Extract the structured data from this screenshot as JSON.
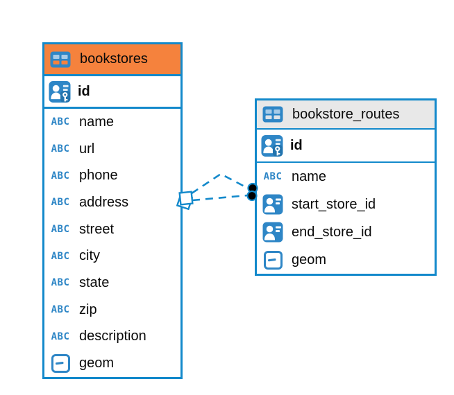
{
  "app": {
    "type": "entity-relationship-diagram",
    "background": "#ffffff"
  },
  "colors": {
    "accent_blue": "#1389CB",
    "icon_blue": "#2E86C6",
    "icon_cell_light_blue": "#A6CBE8",
    "bookstores_header_orange": "#F5823D",
    "routes_header_gray": "#E8E8E8",
    "text": "#0A0A0A",
    "relationship_endpoint_dot": "#000000"
  },
  "icons": {
    "text_type_glyph": "ABC",
    "table_icon": "table-grid",
    "primary_key_icon": "user-card-with-key",
    "reference_icon": "user-card",
    "geometry_icon": "box-with-dash"
  },
  "tables": [
    {
      "name": "bookstores",
      "header_style": "orange",
      "primary_key": {
        "name": "id"
      },
      "fields": [
        {
          "name": "name",
          "type": "text"
        },
        {
          "name": "url",
          "type": "text"
        },
        {
          "name": "phone",
          "type": "text"
        },
        {
          "name": "address",
          "type": "text"
        },
        {
          "name": "street",
          "type": "text"
        },
        {
          "name": "city",
          "type": "text"
        },
        {
          "name": "state",
          "type": "text"
        },
        {
          "name": "zip",
          "type": "text"
        },
        {
          "name": "description",
          "type": "text"
        },
        {
          "name": "geom",
          "type": "geometry"
        }
      ]
    },
    {
      "name": "bookstore_routes",
      "header_style": "gray",
      "primary_key": {
        "name": "id"
      },
      "fields": [
        {
          "name": "name",
          "type": "text"
        },
        {
          "name": "start_store_id",
          "type": "reference"
        },
        {
          "name": "end_store_id",
          "type": "reference"
        },
        {
          "name": "geom",
          "type": "geometry"
        }
      ]
    }
  ],
  "relationships": {
    "style": "dashed",
    "line_color": "#1389CB",
    "line_count": 2,
    "source_table": "bookstores",
    "source_marker": "stacked-diamond",
    "target_table": "bookstore_routes",
    "target_marker": "filled-dots"
  }
}
